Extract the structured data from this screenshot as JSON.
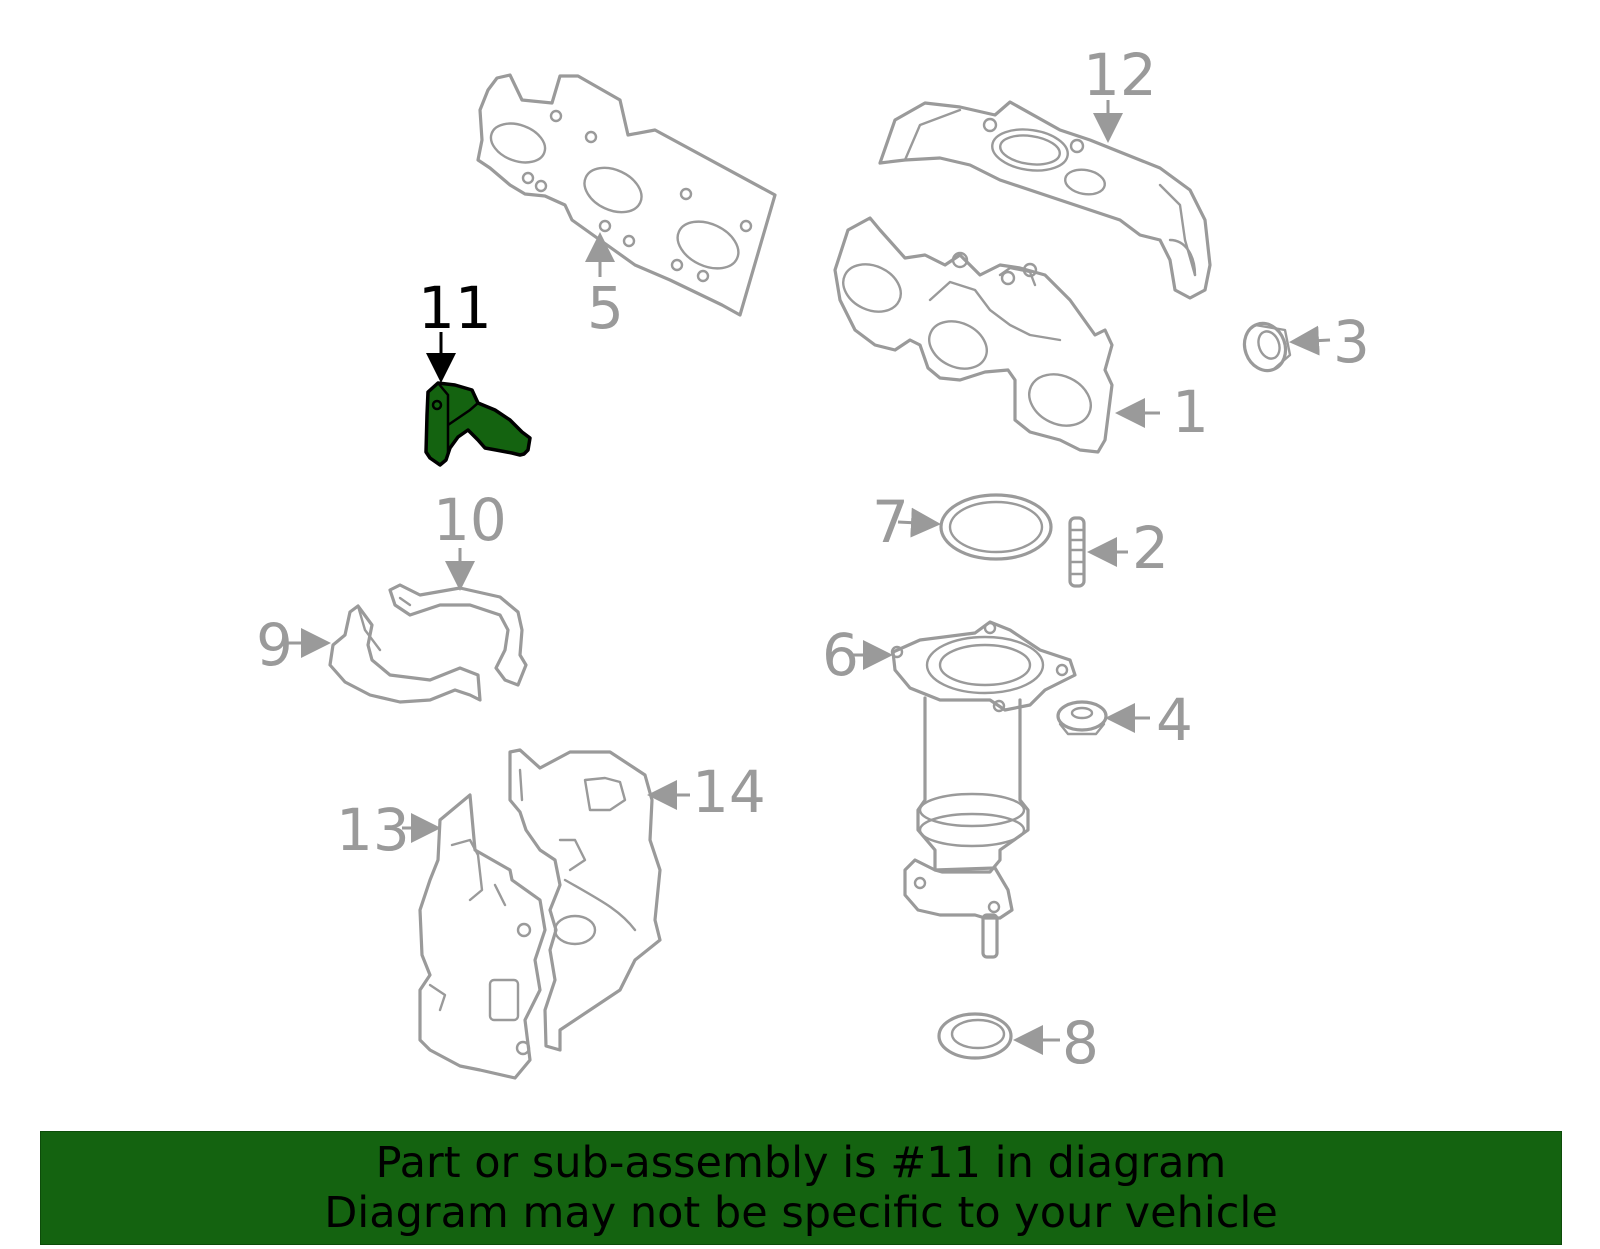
{
  "diagram": {
    "highlight_color": "#146310",
    "highlighted_part": "11",
    "callouts": [
      "1",
      "2",
      "3",
      "4",
      "5",
      "6",
      "7",
      "8",
      "9",
      "10",
      "11",
      "12",
      "13",
      "14"
    ]
  },
  "banner": {
    "line1": "Part or sub-assembly is #11 in diagram",
    "line2": "Diagram may not be specific to your vehicle"
  }
}
